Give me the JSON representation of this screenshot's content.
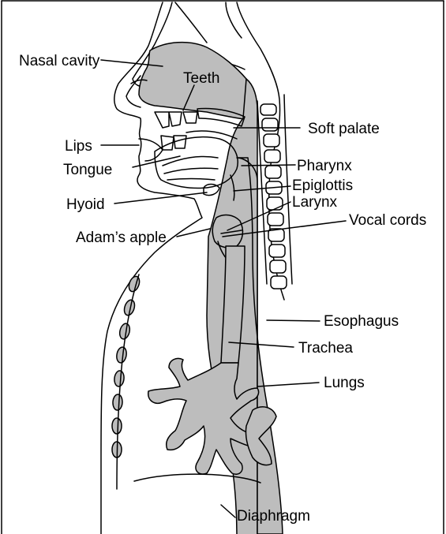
{
  "colors": {
    "tissue": "#bdbdbd",
    "line": "#000000",
    "background": "#ffffff"
  },
  "labels": {
    "nasal_cavity": "Nasal cavity",
    "teeth": "Teeth",
    "soft_palate": "Soft palate",
    "lips": "Lips",
    "tongue": "Tongue",
    "pharynx": "Pharynx",
    "epiglottis": "Epiglottis",
    "hyoid": "Hyoid",
    "larynx": "Larynx",
    "vocal_cords": "Vocal cords",
    "adams_apple": "Adam’s apple",
    "esophagus": "Esophagus",
    "trachea": "Trachea",
    "lungs": "Lungs",
    "diaphragm": "Diaphragm"
  }
}
